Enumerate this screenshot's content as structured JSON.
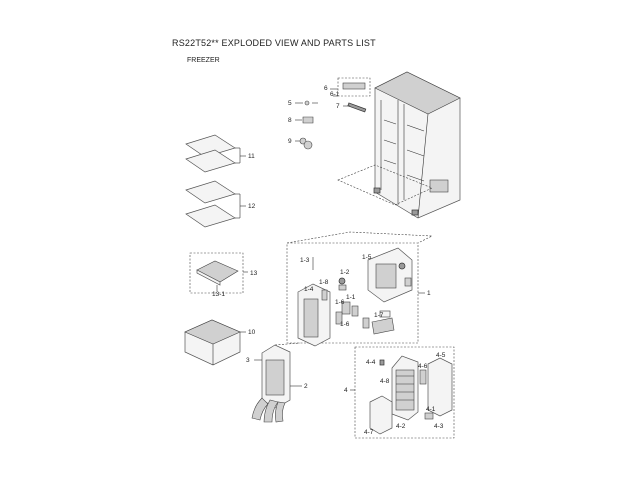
{
  "header": {
    "title": "RS22T52** EXPLODED VIEW AND PARTS LIST",
    "subtitle": "FREEZER"
  },
  "labels": {
    "p1": "1",
    "p1_3": "1-3",
    "p1_2": "1-2",
    "p1_8": "1-8",
    "p1_4": "1-4",
    "p1_6a": "1-6",
    "p1_1": "1-1",
    "p1_5": "1-5",
    "p1_6b": "1-6",
    "p1_7": "1-7",
    "p2": "2",
    "p3": "3",
    "p4": "4",
    "p4_4": "4-4",
    "p4_5": "4-5",
    "p4_6": "4-6",
    "p4_8": "4-8",
    "p4_2": "4-2",
    "p4_7": "4-7",
    "p4_1": "4-1",
    "p4_3": "4-3",
    "p5": "5",
    "p6": "6",
    "p6_1": "6-1",
    "p7": "7",
    "p8": "8",
    "p9": "9",
    "p10": "10",
    "p11": "11",
    "p12": "12",
    "p13": "13",
    "p13_1": "13-1"
  }
}
